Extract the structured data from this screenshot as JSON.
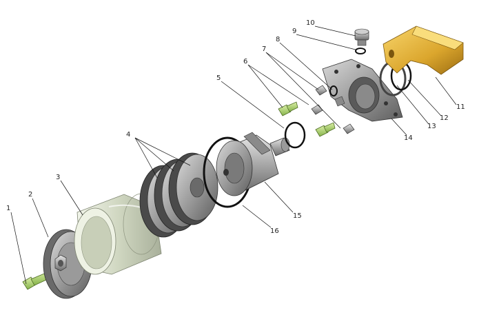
{
  "callouts": [
    {
      "id": "1",
      "text": "1"
    },
    {
      "id": "2",
      "text": "2"
    },
    {
      "id": "3",
      "text": "3"
    },
    {
      "id": "4",
      "text": "4"
    },
    {
      "id": "5",
      "text": "5"
    },
    {
      "id": "6",
      "text": "6"
    },
    {
      "id": "7",
      "text": "7"
    },
    {
      "id": "8",
      "text": "8"
    },
    {
      "id": "9",
      "text": "9"
    },
    {
      "id": "10",
      "text": "10"
    },
    {
      "id": "11",
      "text": "11"
    },
    {
      "id": "12",
      "text": "12"
    },
    {
      "id": "13",
      "text": "13"
    },
    {
      "id": "14",
      "text": "14"
    },
    {
      "id": "15",
      "text": "15"
    },
    {
      "id": "16",
      "text": "16"
    }
  ],
  "colors": {
    "steel": "#9a9a9a",
    "steel_dark": "#5a5a5a",
    "bolt_green": "#b9e07a",
    "caliper_gold": "#e6b43c",
    "seal_black": "#111111",
    "glass": "#dfe6d2"
  }
}
